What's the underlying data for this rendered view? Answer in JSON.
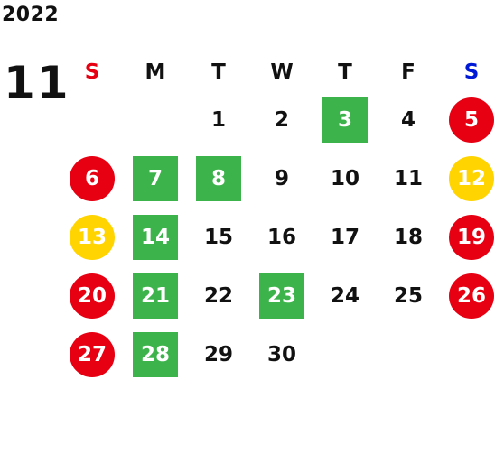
{
  "calendar": {
    "year": "2022",
    "month": "11",
    "weekdays": [
      {
        "label": "S",
        "color": "#e60012"
      },
      {
        "label": "M",
        "color": "#111111"
      },
      {
        "label": "T",
        "color": "#111111"
      },
      {
        "label": "W",
        "color": "#111111"
      },
      {
        "label": "T",
        "color": "#111111"
      },
      {
        "label": "F",
        "color": "#111111"
      },
      {
        "label": "S",
        "color": "#0019d6"
      }
    ],
    "weeks": [
      [
        {
          "day": "",
          "kind": "plain"
        },
        {
          "day": "",
          "kind": "plain"
        },
        {
          "day": "1",
          "kind": "plain"
        },
        {
          "day": "2",
          "kind": "plain"
        },
        {
          "day": "3",
          "kind": "square"
        },
        {
          "day": "4",
          "kind": "plain"
        },
        {
          "day": "5",
          "kind": "circle-red"
        }
      ],
      [
        {
          "day": "6",
          "kind": "circle-red"
        },
        {
          "day": "7",
          "kind": "square"
        },
        {
          "day": "8",
          "kind": "square"
        },
        {
          "day": "9",
          "kind": "plain"
        },
        {
          "day": "10",
          "kind": "plain"
        },
        {
          "day": "11",
          "kind": "plain"
        },
        {
          "day": "12",
          "kind": "circle-yellow"
        }
      ],
      [
        {
          "day": "13",
          "kind": "circle-yellow"
        },
        {
          "day": "14",
          "kind": "square"
        },
        {
          "day": "15",
          "kind": "plain"
        },
        {
          "day": "16",
          "kind": "plain"
        },
        {
          "day": "17",
          "kind": "plain"
        },
        {
          "day": "18",
          "kind": "plain"
        },
        {
          "day": "19",
          "kind": "circle-red"
        }
      ],
      [
        {
          "day": "20",
          "kind": "circle-red"
        },
        {
          "day": "21",
          "kind": "square"
        },
        {
          "day": "22",
          "kind": "plain"
        },
        {
          "day": "23",
          "kind": "square"
        },
        {
          "day": "24",
          "kind": "plain"
        },
        {
          "day": "25",
          "kind": "plain"
        },
        {
          "day": "26",
          "kind": "circle-red"
        }
      ],
      [
        {
          "day": "27",
          "kind": "circle-red"
        },
        {
          "day": "28",
          "kind": "square"
        },
        {
          "day": "29",
          "kind": "plain"
        },
        {
          "day": "30",
          "kind": "plain"
        },
        {
          "day": "",
          "kind": "plain"
        },
        {
          "day": "",
          "kind": "plain"
        },
        {
          "day": "",
          "kind": "plain"
        }
      ]
    ]
  }
}
